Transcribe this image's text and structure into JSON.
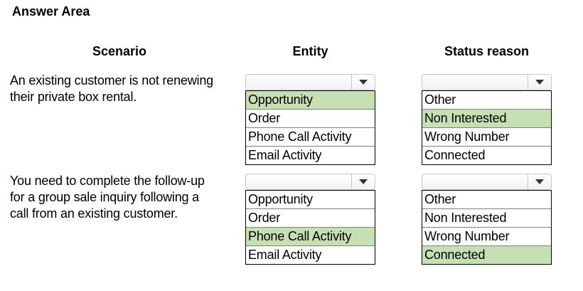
{
  "title": "Answer Area",
  "headers": {
    "scenario": "Scenario",
    "entity": "Entity",
    "status": "Status reason"
  },
  "rows": [
    {
      "scenario": [
        "An existing customer is not renewing",
        "their private box rental."
      ],
      "entity": {
        "options": [
          "Opportunity",
          "Order",
          "Phone Call Activity",
          "Email Activity"
        ],
        "selected": "Opportunity"
      },
      "status": {
        "options": [
          "Other",
          "Non Interested",
          "Wrong Number",
          "Connected"
        ],
        "selected": "Non Interested"
      }
    },
    {
      "scenario": [
        "You need to complete the follow-up",
        "for a group sale inquiry following a",
        "call from an existing customer."
      ],
      "entity": {
        "options": [
          "Opportunity",
          "Order",
          "Phone Call Activity",
          "Email Activity"
        ],
        "selected": "Phone Call Activity"
      },
      "status": {
        "options": [
          "Other",
          "Non Interested",
          "Wrong Number",
          "Connected"
        ],
        "selected": "Connected"
      }
    }
  ],
  "colors": {
    "selected_highlight": "#c6e0b4"
  }
}
